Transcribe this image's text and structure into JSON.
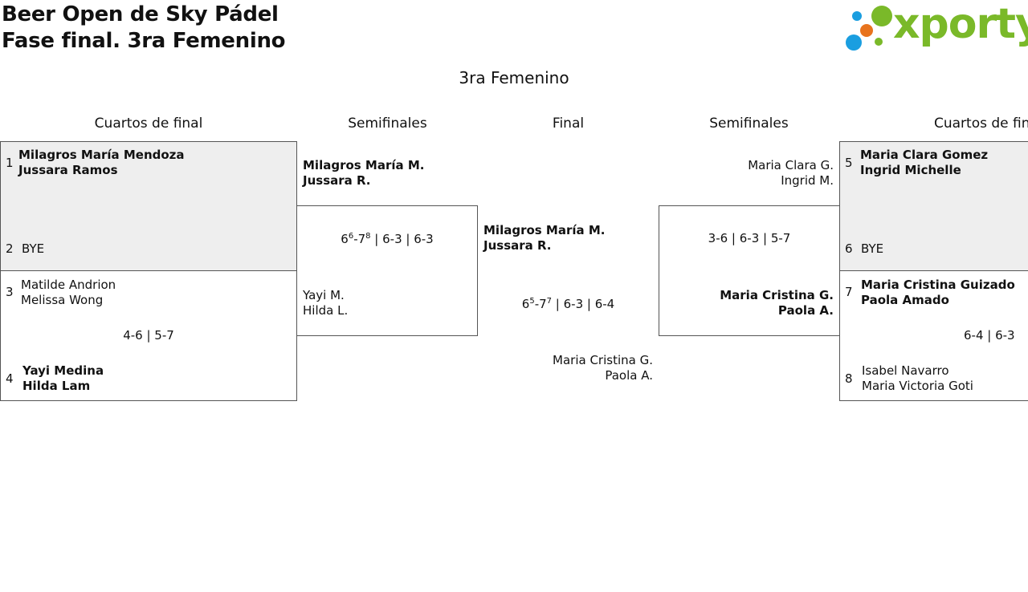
{
  "header": {
    "event_title": "Beer Open de Sky Pádel",
    "phase_title": "Fase final. 3ra Femenino",
    "category_title": "3ra Femenino"
  },
  "logo": {
    "text": "xporty",
    "colors": {
      "green": "#7ab929",
      "blue": "#1a9ee0",
      "orange": "#e8731d"
    }
  },
  "rounds": {
    "left_quarters": "Cuartos de final",
    "left_semis": "Semifinales",
    "final": "Final",
    "right_semis": "Semifinales",
    "right_quarters": "Cuartos de fin"
  },
  "quarterfinals_left": {
    "m1": {
      "seed1": "1",
      "p1a": "Milagros María Mendoza",
      "p1b": "Jussara Ramos",
      "seed2": "2",
      "p2a": "BYE"
    },
    "m2": {
      "seed1": "3",
      "p1a": "Matilde Andrion",
      "p1b": "Melissa Wong",
      "score": "4-6 | 5-7",
      "seed2": "4",
      "p2a": "Yayi Medina",
      "p2b": "Hilda Lam"
    }
  },
  "semifinal_left": {
    "p1a": "Milagros María M.",
    "p1b": "Jussara R.",
    "score": {
      "a": "6",
      "a_sup": "6",
      "sep": "-7",
      "b_sup": "8",
      "rest": " | 6-3 | 6-3"
    },
    "p2a": "Yayi M.",
    "p2b": "Hilda L."
  },
  "final": {
    "p1a": "Milagros María M.",
    "p1b": "Jussara R.",
    "score": {
      "a": "6",
      "a_sup": "5",
      "sep": "-7",
      "b_sup": "7",
      "rest": " | 6-3 | 6-4"
    },
    "p2a": "Maria Cristina G.",
    "p2b": "Paola A."
  },
  "semifinal_right": {
    "p1a": "Maria Clara G.",
    "p1b": "Ingrid M.",
    "score": "3-6 | 6-3 | 5-7",
    "p2a": "Maria Cristina G.",
    "p2b": "Paola A."
  },
  "quarterfinals_right": {
    "m1": {
      "seed1": "5",
      "p1a": "Maria Clara Gomez",
      "p1b": "Ingrid Michelle",
      "seed2": "6",
      "p2a": "BYE"
    },
    "m2": {
      "seed1": "7",
      "p1a": "Maria Cristina Guizado",
      "p1b": "Paola Amado",
      "score": "6-4 | 6-3",
      "seed2": "8",
      "p2a": "Isabel Navarro",
      "p2b": "Maria Victoria Goti"
    }
  }
}
